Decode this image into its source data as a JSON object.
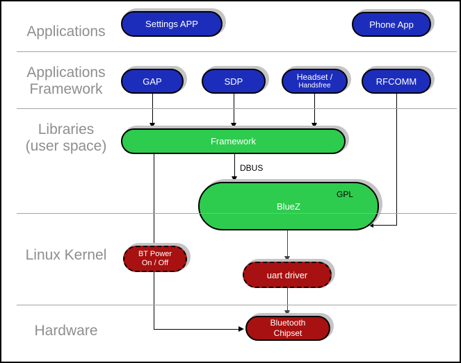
{
  "colors": {
    "node_blue": "#1D2DBB",
    "node_green": "#2ECC4E",
    "node_red": "#A81111",
    "shadow_gray": "#C4C4C4",
    "divider_gray": "#A3A3A3",
    "layer_label_gray": "#8E8E8E"
  },
  "layers": [
    {
      "label": "Applications"
    },
    {
      "label": "Applications\nFramework"
    },
    {
      "label": "Libraries\n(user space)"
    },
    {
      "label": "Linux Kernel"
    },
    {
      "label": "Hardware"
    }
  ],
  "nodes": {
    "settings_app": {
      "label": "Settings APP"
    },
    "phone_app": {
      "label": "Phone App"
    },
    "gap": {
      "label": "GAP"
    },
    "sdp": {
      "label": "SDP"
    },
    "headset": {
      "line1": "Headset /",
      "line2": "Handsfree"
    },
    "rfcomm": {
      "label": "RFCOMM"
    },
    "framework": {
      "label": "Framework"
    },
    "bluez": {
      "label": "BlueZ"
    },
    "bt_power": {
      "label": "BT Power\nOn / Off"
    },
    "uart_driver": {
      "label": "uart driver"
    },
    "bluetooth_chipset": {
      "label": "Bluetooth\nChipset"
    }
  },
  "edges": {
    "dbus_label": "DBUS"
  },
  "annotations": {
    "gpl": "GPL"
  }
}
